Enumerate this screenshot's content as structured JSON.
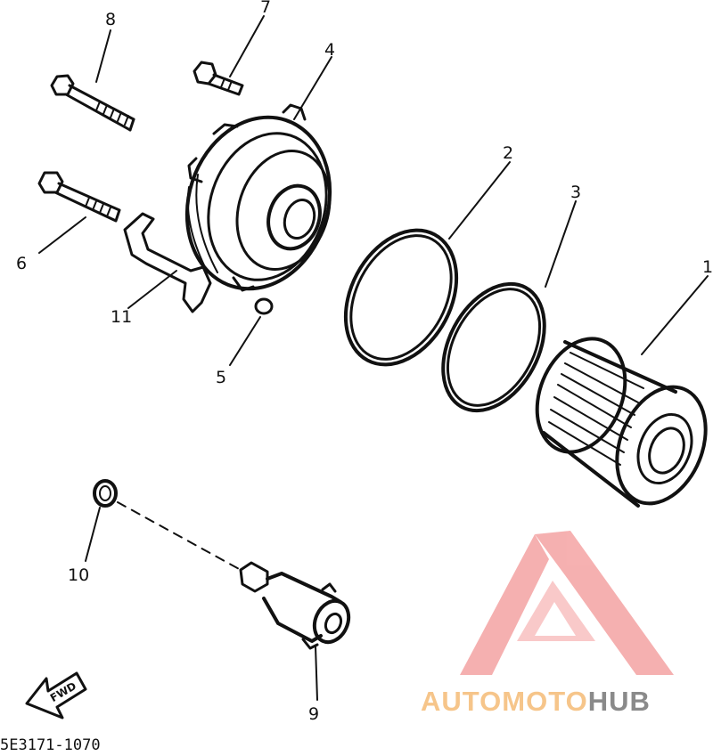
{
  "callouts": [
    {
      "id": "1",
      "label": "1"
    },
    {
      "id": "2",
      "label": "2"
    },
    {
      "id": "3",
      "label": "3"
    },
    {
      "id": "4",
      "label": "4"
    },
    {
      "id": "5",
      "label": "5"
    },
    {
      "id": "6",
      "label": "6"
    },
    {
      "id": "7",
      "label": "7"
    },
    {
      "id": "8",
      "label": "8"
    },
    {
      "id": "9",
      "label": "9"
    },
    {
      "id": "10",
      "label": "10"
    },
    {
      "id": "11",
      "label": "11"
    }
  ],
  "fwd_label": "FWD",
  "diagram_code": "5E3171-1070",
  "watermark": {
    "part1": "AUTO",
    "part2": "MOTO",
    "part3": "HUB",
    "color_light": "#f6c58a",
    "color_red": "#f08a8a",
    "color_grey": "#8a8a8a"
  }
}
